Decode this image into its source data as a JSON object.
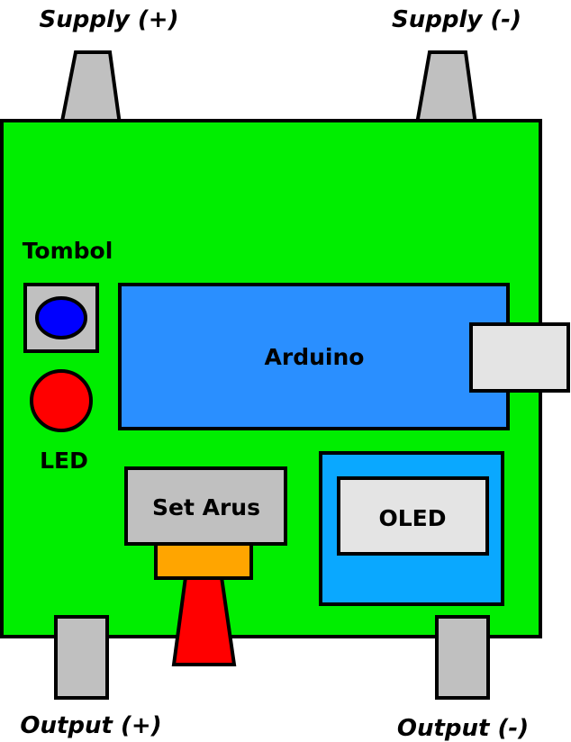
{
  "labels": {
    "supply_plus": "Supply (+)",
    "supply_minus": "Supply (-)",
    "output_plus": "Output (+)",
    "output_minus": "Output (-)",
    "button": "Tombol",
    "led": "LED",
    "arduino": "Arduino",
    "set_current": "Set Arus",
    "oled": "OLED"
  },
  "colors": {
    "board": "#00ee00",
    "arduino": "#2a8fff",
    "oled_module": "#0aa8ff",
    "oled_screen": "#e4e4e4",
    "terminal": "#c0c0c0",
    "usb_port": "#e4e4e4",
    "button_cap": "#0000ff",
    "button_body": "#c0c0c0",
    "led": "#ff0000",
    "pot_body": "#c0c0c0",
    "pot_collar": "#ffa500",
    "pot_knob": "#ff0000"
  }
}
